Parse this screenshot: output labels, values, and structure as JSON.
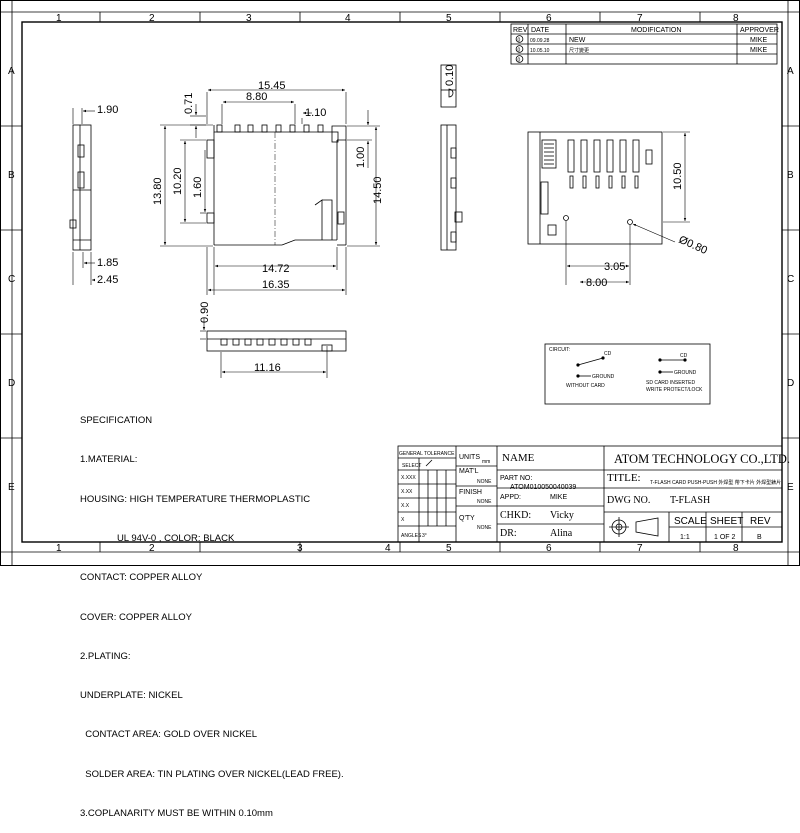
{
  "grid": {
    "cols": [
      "1",
      "2",
      "3",
      "4",
      "5",
      "6",
      "7",
      "8"
    ],
    "rows": [
      "A",
      "B",
      "C",
      "D",
      "E"
    ]
  },
  "revision_table": {
    "headers": {
      "rev": "REV",
      "date": "DATE",
      "modification": "MODIFICATION",
      "approver": "APPROVER"
    },
    "rows": [
      {
        "rev": "0",
        "date": "09.09.28",
        "modification": "NEW",
        "approver": "MIKE"
      },
      {
        "rev": "0",
        "date": "10.05.10",
        "modification": "尺寸變更",
        "approver": "MIKE"
      },
      {
        "rev": "0",
        "date": "",
        "modification": "",
        "approver": ""
      }
    ]
  },
  "dimensions": {
    "top_15_45": "15.45",
    "top_8_80": "8.80",
    "top_0_71": "0.71",
    "top_1_10": "1.10",
    "left_13_80": "13.80",
    "left_10_20": "10.20",
    "left_1_60": "1.60",
    "right_1_00": "1.00",
    "right_14_50": "14.50",
    "bottom_14_72": "14.72",
    "bottom_16_35": "16.35",
    "side_1_90": "1.90",
    "side_1_85": "1.85",
    "side_2_45": "2.45",
    "thin_0_10": "0.10",
    "bottom_view_0_90": "0.90",
    "bottom_view_11_16": "11.16",
    "pcb_10_50": "10.50",
    "pcb_3_05": "3.05",
    "pcb_8_00": "8.00",
    "pcb_dia_0_80": "Ø0.80"
  },
  "circuit": {
    "title": "CIRCUIT:",
    "cd": "CD",
    "ground": "GROUND",
    "without_card": "WITHOUT CARD",
    "sd_card_inserted": "SD CARD INSERTED",
    "write_protect": "WRITE PROTECT/LOCK",
    "cd2": "CD",
    "ground2": "GROUND"
  },
  "specification": {
    "lines": [
      "SPECIFICATION",
      "1.MATERIAL:",
      "HOUSING: HIGH TEMPERATURE THERMOPLASTIC",
      "              UL 94V-0 , COLOR: BLACK",
      "CONTACT: COPPER ALLOY",
      "COVER: COPPER ALLOY",
      "2.PLATING:",
      "UNDERPLATE: NICKEL",
      "  CONTACT AREA: GOLD OVER NICKEL",
      "  SOLDER AREA: TIN PLATING OVER NICKEL(LEAD FREE).",
      "3.COPLANARITY MUST BE WITHIN 0.10mm"
    ]
  },
  "title_block": {
    "general_tolerance": "GENERAL TOLERANCE",
    "select": "SELECT",
    "units": "UNITS",
    "units_val": "mm",
    "matl": "MAT'L",
    "matl_val": "NONE",
    "finish": "FINISH",
    "finish_val": "NONE",
    "qty": "Q'TY",
    "qty_val": "NONE",
    "tol_rows": [
      "X.XXX",
      "X.XX",
      "X.X",
      "X",
      "ANGLES"
    ],
    "angles_val": "3°",
    "name_label": "NAME",
    "company": "ATOM TECHNOLOGY CO.,LTD.",
    "part_no_label": "PART NO:",
    "part_no": "ATOM010050040039",
    "title_label": "TITLE:",
    "title_val": "T-FLASH CARD PUSH-PUSH 外焊型 帶下卡片 外焊型錶片",
    "appd_label": "APPD:",
    "appd_val": "MIKE",
    "dwg_no_label": "DWG NO.",
    "dwg_no_val": "T-FLASH",
    "chkd_label": "CHKD:",
    "chkd_val": "Vicky",
    "dr_label": "DR:",
    "dr_val": "Alina",
    "scale_label": "SCALE",
    "scale_val": "1:1",
    "sheet_label": "SHEET",
    "sheet_val": "1 OF 2",
    "rev_label": "REV",
    "rev_val": "B"
  }
}
